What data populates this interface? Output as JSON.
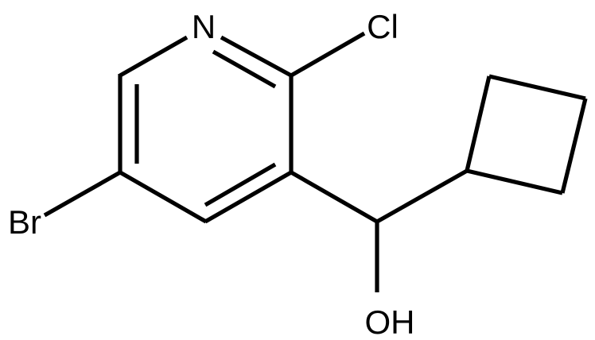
{
  "molecule": {
    "atoms": {
      "nitrogen": "N",
      "chlorine": "Cl",
      "bromine": "Br",
      "hydroxyl": "OH"
    },
    "colors": {
      "line": "#000000",
      "background": "#ffffff"
    }
  }
}
